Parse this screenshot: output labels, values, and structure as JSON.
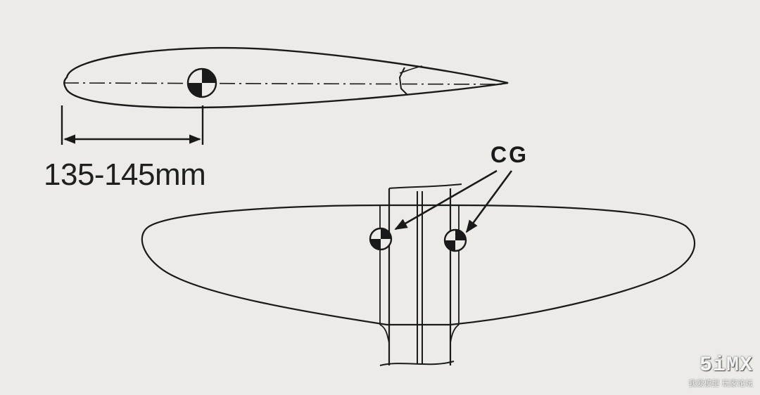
{
  "airfoil": {
    "dimension_label": "135-145mm"
  },
  "wing": {
    "cg_label": "CG"
  },
  "watermark": {
    "logo": "5iMX",
    "tagline": "我爱模型 玩家论坛"
  },
  "colors": {
    "background": "#ecebe7",
    "ink": "#1a1a1a"
  },
  "icons": [
    "cg-marker-icon",
    "arrow-icon"
  ]
}
